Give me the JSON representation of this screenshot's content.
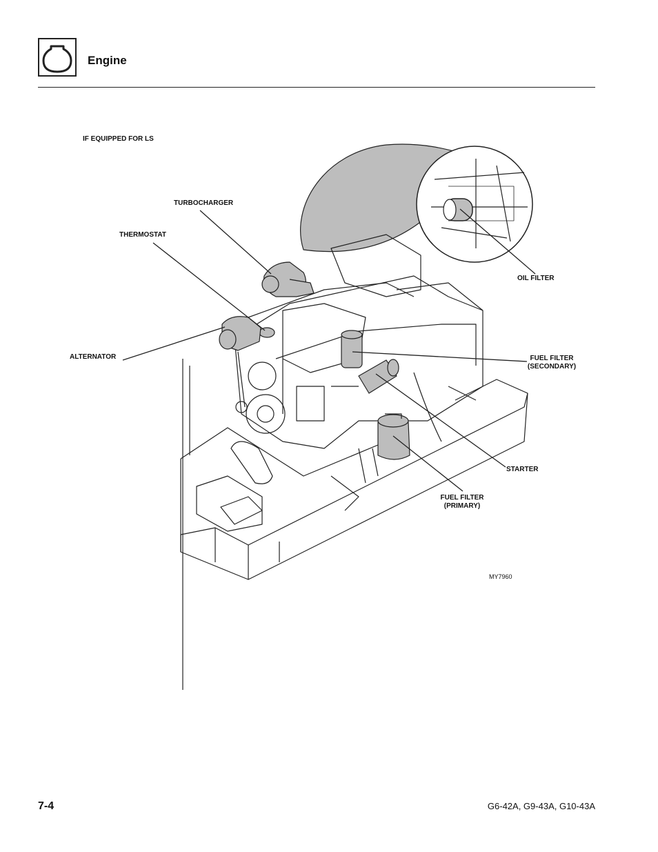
{
  "header": {
    "section_title": "Engine",
    "section_icon": "engine-outline-icon"
  },
  "figure": {
    "inset_caption": "IF EQUIPPED FOR LS",
    "labels": {
      "turbocharger": "TURBOCHARGER",
      "thermostat": "THERMOSTAT",
      "alternator": "ALTERNATOR",
      "oil_filter": "OIL FILTER",
      "fuel_filter_secondary": [
        "FUEL FILTER",
        "(SECONDARY)"
      ],
      "starter": "STARTER",
      "fuel_filter_primary": [
        "FUEL FILTER",
        "(PRIMARY)"
      ]
    },
    "figure_id": "MY7960",
    "colors": {
      "highlight": "#bdbdbd",
      "line": "#222222"
    }
  },
  "footer": {
    "page_number": "7-4",
    "models": "G6-42A, G9-43A, G10-43A"
  }
}
